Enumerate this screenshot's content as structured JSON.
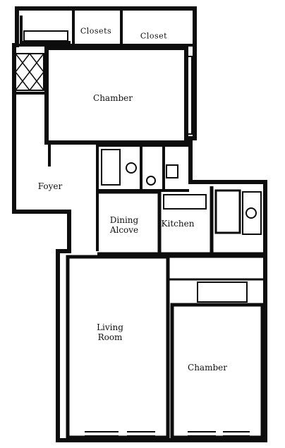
{
  "floor_plan": {
    "colors": {
      "wall": "#0d0d0d",
      "floor": "#ffffff",
      "fixture": "#1a1a1a"
    },
    "rooms": {
      "closets": "Closets",
      "closet": "Closet",
      "chamber_top": "Chamber",
      "foyer": "Foyer",
      "dining_line1": "Dining",
      "dining_line2": "Alcove",
      "kitchen": "Kitchen",
      "living_line1": "Living",
      "living_line2": "Room",
      "chamber_bottom": "Chamber"
    }
  }
}
